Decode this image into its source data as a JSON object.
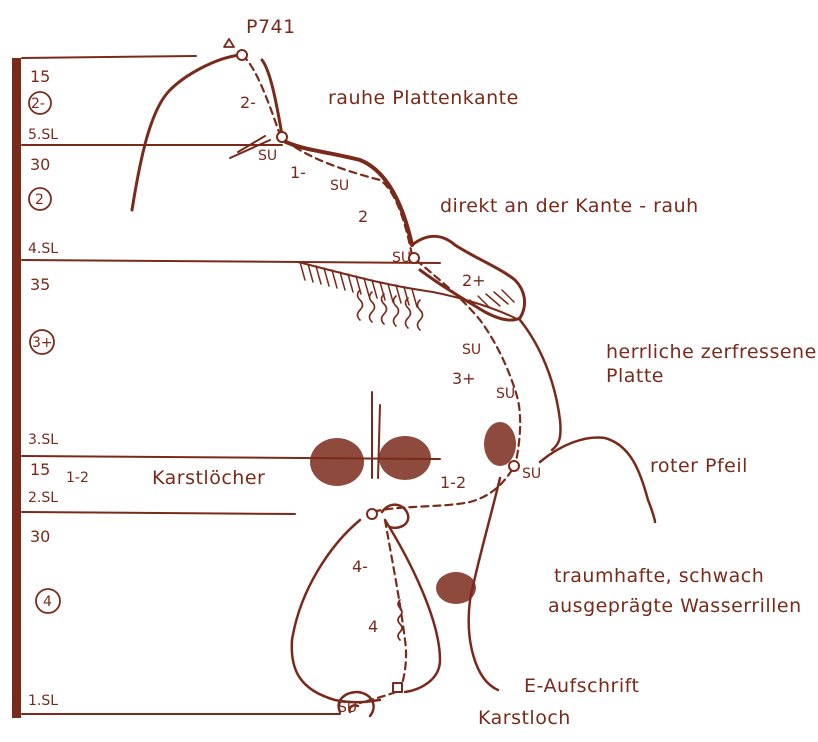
{
  "summit": {
    "label": "P741"
  },
  "scale_column": {
    "segments": [
      {
        "length": "15",
        "grade": "2-",
        "stance": "5.SL"
      },
      {
        "length": "30",
        "grade": "2",
        "stance": "4.SL"
      },
      {
        "length": "35",
        "grade": "3+",
        "stance": "3.SL"
      },
      {
        "length": "15",
        "grade": "1-2",
        "stance": "2.SL"
      },
      {
        "length": "30",
        "grade": "4",
        "stance": "1.SL"
      }
    ]
  },
  "route_grades": [
    "2-",
    "1-",
    "2",
    "2+",
    "3+",
    "1-2",
    "4-",
    "4"
  ],
  "belay_labels": [
    "SU",
    "SU",
    "SU",
    "SU",
    "SU",
    "SU",
    "SU"
  ],
  "notes": {
    "n1": "rauhe Plattenkante",
    "n2": "direkt an der Kante - rauh",
    "n3a": "herrliche zerfressene",
    "n3b": "Platte",
    "n4": "roter Pfeil",
    "n5": "Karstlöcher",
    "n6a": "traumhafte, schwach",
    "n6b": "ausgeprägte Wasserrillen",
    "n7": "E-Aufschrift",
    "n8": "Karstloch"
  },
  "colors": {
    "ink": "#7a2a1a",
    "paper": "#ffffff"
  }
}
